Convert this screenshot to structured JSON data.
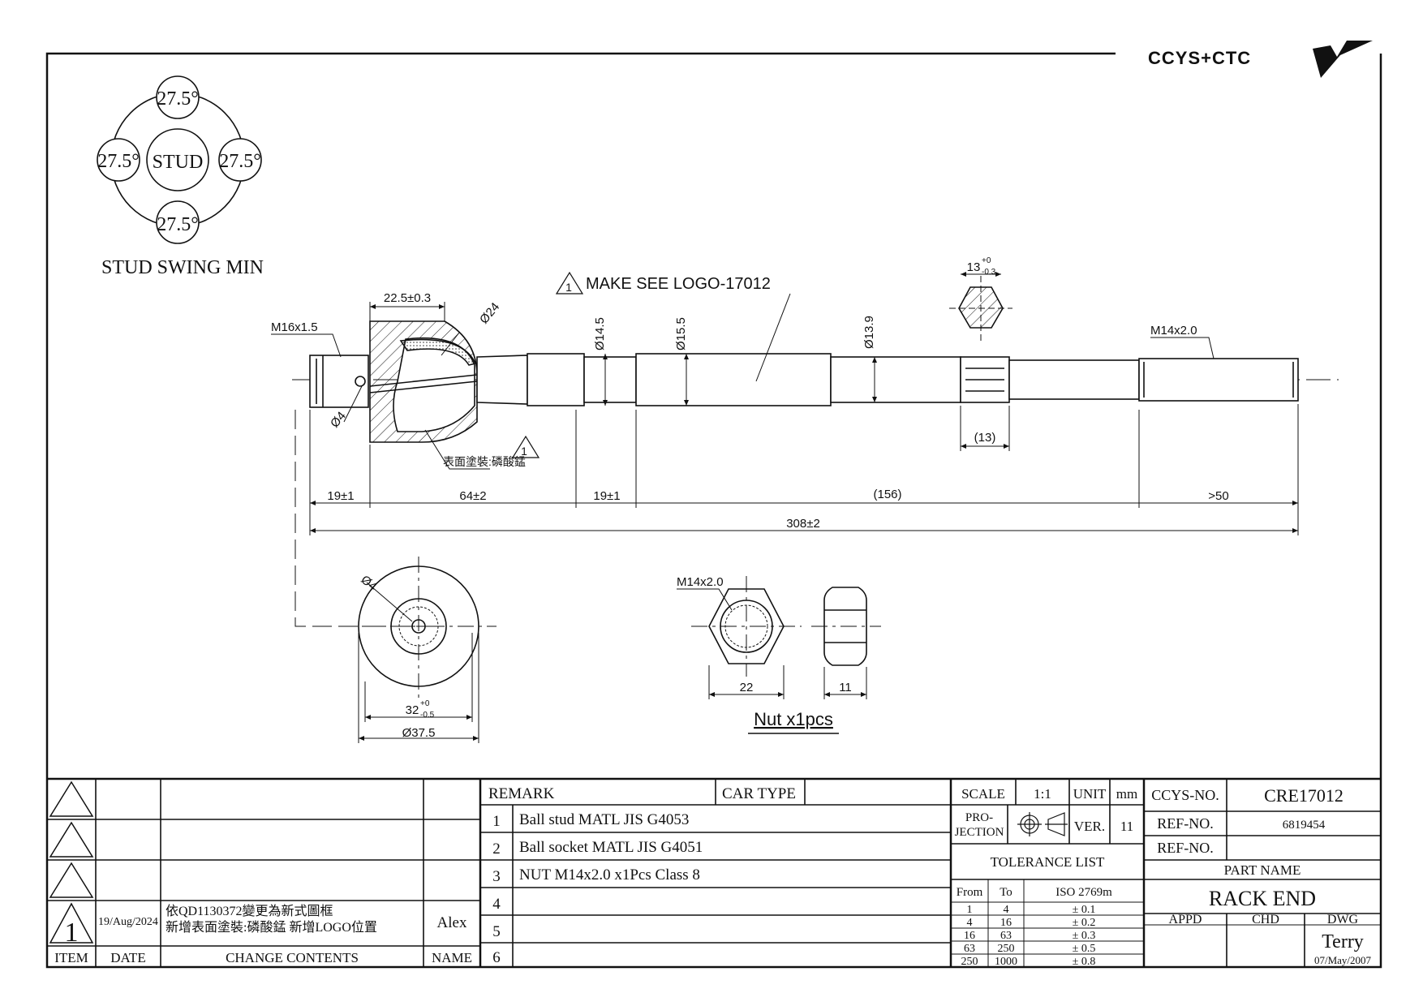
{
  "brand": {
    "logo_text": "CCYS+CTC"
  },
  "swing": {
    "center": "STUD",
    "top": "27.5°",
    "left": "27.5°",
    "right": "27.5°",
    "bottom": "27.5°",
    "caption": "STUD SWING MIN"
  },
  "drawing": {
    "note_make_see_logo": "MAKE SEE LOGO-17012",
    "callout_marker": "1",
    "coating_note": "表面塗裝:磷酸錳",
    "thread_left": "M16x1.5",
    "thread_right": "M14x2.0",
    "dim_ball_width": "22.5±0.3",
    "dim_ball_dia": "Ø24",
    "dim_hole_dia": "Ø4",
    "dim_d1": "Ø14.5",
    "dim_d2": "Ø15.5",
    "dim_d3": "Ø13.9",
    "dim_hex_across": "13",
    "dim_hex_tol_up": "+0",
    "dim_hex_tol_dn": "-0.3",
    "dim_hex_len": "(13)",
    "dim_seg1": "19±1",
    "dim_seg2": "64±2",
    "dim_seg3": "19±1",
    "dim_seg4": "(156)",
    "dim_seg5": ">50",
    "dim_total": "308±2",
    "end_hole_dia": "Ø4",
    "end_inner": "32",
    "end_inner_tol_up": "+0",
    "end_inner_tol_dn": "-0.5",
    "end_outer": "Ø37.5",
    "nut_thread": "M14x2.0",
    "nut_width": "22",
    "nut_thick": "11",
    "nut_caption": "Nut x1pcs"
  },
  "revisions": {
    "rows": [
      {
        "item": "",
        "date": "",
        "content": "",
        "name": ""
      },
      {
        "item": "",
        "date": "",
        "content": "",
        "name": ""
      },
      {
        "item": "",
        "date": "",
        "content": "",
        "name": ""
      },
      {
        "item": "1",
        "date": "19/Aug/2024",
        "content_line1": "依QD1130372變更為新式圖框",
        "content_line2": "新增表面塗裝:磷酸錳 新增LOGO位置",
        "name": "Alex"
      }
    ],
    "headers": {
      "item": "ITEM",
      "date": "DATE",
      "content": "CHANGE CONTENTS",
      "name": "NAME"
    }
  },
  "remarks": {
    "header": "REMARK",
    "car_type_label": "CAR TYPE",
    "car_type_value": "",
    "items": [
      {
        "no": "1",
        "text": "Ball stud MATL JIS G4053"
      },
      {
        "no": "2",
        "text": "Ball socket MATL JIS G4051"
      },
      {
        "no": "3",
        "text": "NUT M14x2.0 x1Pcs Class 8"
      },
      {
        "no": "4",
        "text": ""
      },
      {
        "no": "5",
        "text": ""
      },
      {
        "no": "6",
        "text": ""
      }
    ]
  },
  "specs": {
    "scale_label": "SCALE",
    "scale_value": "1:1",
    "unit_label": "UNIT",
    "unit_value": "mm",
    "projection_label_1": "PRO-",
    "projection_label_2": "JECTION",
    "ver_label": "VER.",
    "ver_value": "11",
    "tolerance_title": "TOLERANCE LIST",
    "tol_headers": {
      "from": "From",
      "to": "To",
      "std": "ISO 2769m"
    },
    "tolerances": [
      {
        "from": "1",
        "to": "4",
        "tol": "± 0.1"
      },
      {
        "from": "4",
        "to": "16",
        "tol": "± 0.2"
      },
      {
        "from": "16",
        "to": "63",
        "tol": "± 0.3"
      },
      {
        "from": "63",
        "to": "250",
        "tol": "± 0.5"
      },
      {
        "from": "250",
        "to": "1000",
        "tol": "± 0.8"
      }
    ]
  },
  "title_block": {
    "ccys_label": "CCYS-NO.",
    "ccys_value": "CRE17012",
    "ref_label_1": "REF-NO.",
    "ref_value_1": "6819454",
    "ref_label_2": "REF-NO.",
    "ref_value_2": "",
    "part_name_label": "PART NAME",
    "part_name": "RACK END",
    "appd_label": "APPD",
    "chd_label": "CHD",
    "dwg_label": "DWG",
    "drawer": "Terry",
    "drawn_date": "07/May/2007"
  }
}
